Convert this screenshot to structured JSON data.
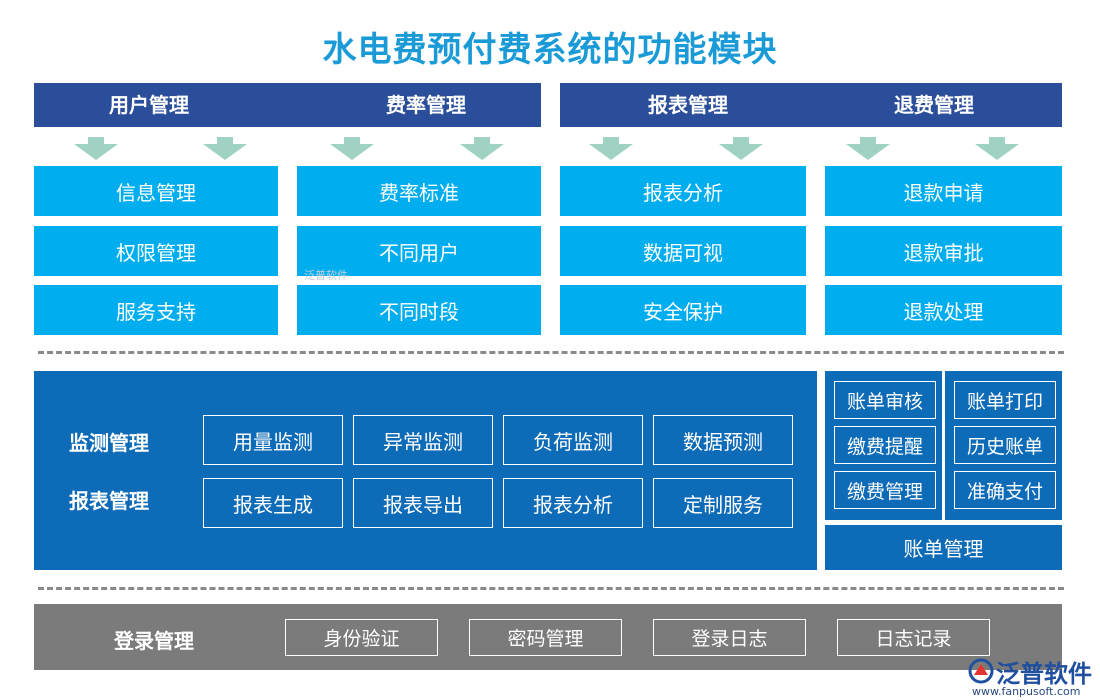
{
  "title": "水电费预付费系统的功能模块",
  "top_headers": [
    "用户管理",
    "费率管理",
    "报表管理",
    "退费管理"
  ],
  "top_columns": [
    [
      "信息管理",
      "权限管理",
      "服务支持"
    ],
    [
      "费率标准",
      "不同用户",
      "不同时段"
    ],
    [
      "报表分析",
      "数据可视",
      "安全保护"
    ],
    [
      "退款申请",
      "退款审批",
      "退款处理"
    ]
  ],
  "monitor": {
    "labels": [
      "监测管理",
      "报表管理"
    ],
    "row1": [
      "用量监测",
      "异常监测",
      "负荷监测",
      "数据预测"
    ],
    "row2": [
      "报表生成",
      "报表导出",
      "报表分析",
      "定制服务"
    ]
  },
  "bill": {
    "left": [
      "账单审核",
      "缴费提醒",
      "缴费管理"
    ],
    "right": [
      "账单打印",
      "历史账单",
      "准确支付"
    ],
    "footer": "账单管理"
  },
  "login": {
    "label": "登录管理",
    "items": [
      "身份验证",
      "密码管理",
      "登录日志",
      "日志记录"
    ]
  },
  "watermark": {
    "center_text": "泛普软件",
    "logo_text": "泛普软件",
    "logo_url": "www.fanpusoft.com"
  },
  "colors": {
    "title": "#1a9ad6",
    "header": "#2b4e9a",
    "cyan": "#00aeef",
    "panel": "#0e6bb8",
    "gray": "#7b7b7b",
    "arrow": "#9fd2c2"
  }
}
